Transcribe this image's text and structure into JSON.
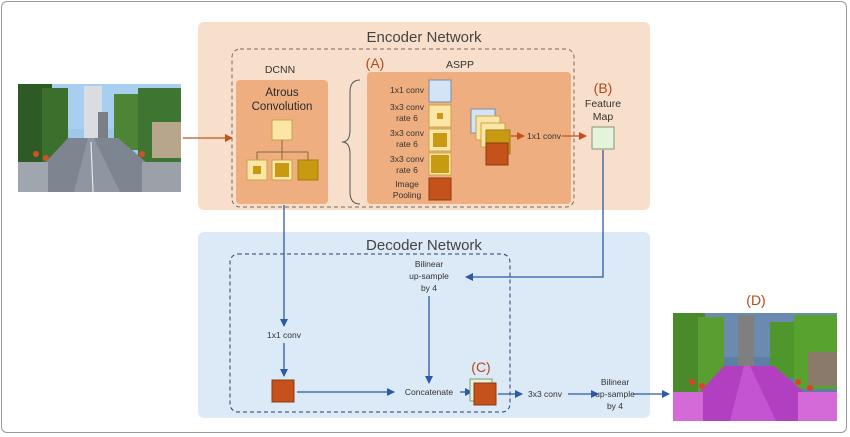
{
  "encoder": {
    "title": "Encoder Network",
    "dcnn_label": "DCNN",
    "atrous_line1": "Atrous",
    "atrous_line2": "Convolution",
    "tag_a": "(A)",
    "aspp_label": "ASPP",
    "aspp_rows": [
      {
        "line1": "1x1 conv",
        "line2": ""
      },
      {
        "line1": "3x3 conv",
        "line2": "rate 6"
      },
      {
        "line1": "3x3 conv",
        "line2": "rate 6"
      },
      {
        "line1": "3x3 conv",
        "line2": "rate 6"
      },
      {
        "line1": "Image",
        "line2": "Pooling"
      }
    ],
    "aspp_out_conv": "1x1 conv",
    "tag_b": "(B)",
    "feature_line1": "Feature",
    "feature_line2": "Map"
  },
  "decoder": {
    "title": "Decoder Network",
    "upsample1_line1": "Bilinear",
    "upsample1_line2": "up-sample",
    "upsample1_line3": "by 4",
    "low_conv": "1x1 conv",
    "concat": "Concatenate",
    "tag_c": "(C)",
    "conv3": "3x3 conv",
    "upsample2_line1": "Bilinear",
    "upsample2_line2": "up-sample",
    "upsample2_line3": "by 4"
  },
  "output": {
    "tag_d": "(D)"
  },
  "colors": {
    "encoder_bg": "#f8dfcb",
    "decoder_bg": "#dce9f6",
    "block_orange": "#efae80",
    "arrow_orange": "#c0531e",
    "arrow_blue": "#2d5aa4",
    "square_light": "#fbe6a8",
    "square_gold": "#c79a12",
    "square_rust": "#c4521a",
    "square_blue": "#d3e4f6",
    "square_green": "#e6f3dc"
  }
}
